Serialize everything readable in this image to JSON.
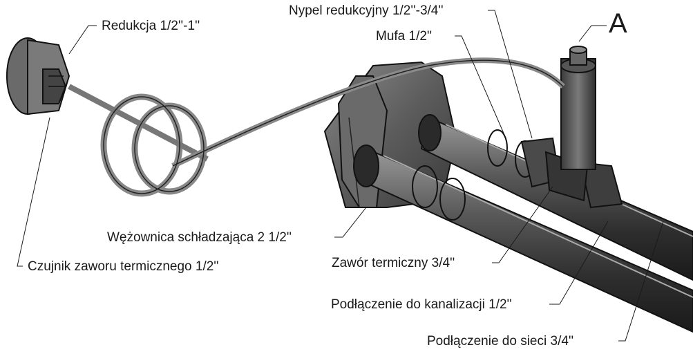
{
  "labels": {
    "reduction": "Redukcja 1/2''-1''",
    "reducing_nipple": "Nypel redukcyjny 1/2''-3/4''",
    "socket": "Mufa 1/2''",
    "detail_marker": "A",
    "cooling_coil": "Wężownica schładzająca 2 1/2''",
    "valve_sensor": "Czujnik zaworu termicznego 1/2''",
    "thermal_valve": "Zawór termiczny 3/4''",
    "sewer_connection": "Podłączenie do kanalizacji 1/2''",
    "mains_connection": "Podłączenie do sieci 3/4''"
  }
}
